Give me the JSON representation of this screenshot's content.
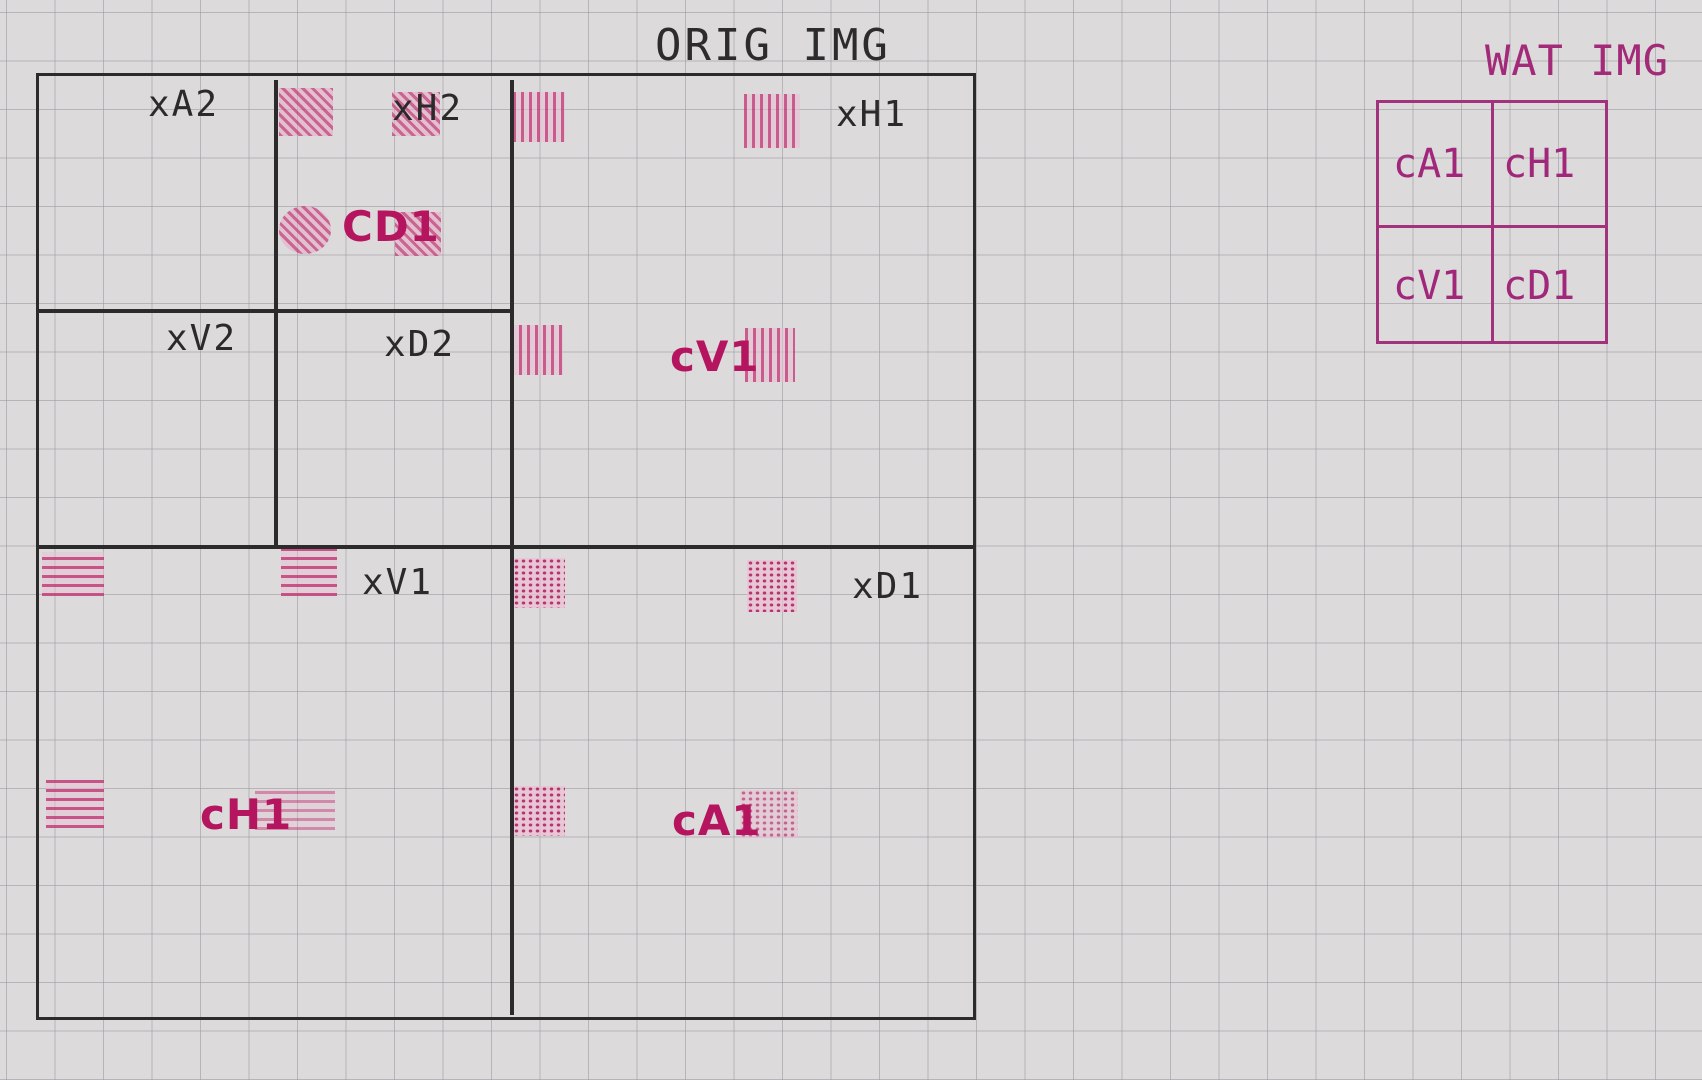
{
  "orig_title": "ORIG IMG",
  "wat_title": "WAT IMG",
  "orig_labels": {
    "xA2": "xA2",
    "xH2": "xH2",
    "xH1": "xH1",
    "cD1": "CD1",
    "xV2": "xV2",
    "xD2": "xD2",
    "cV1": "cV1",
    "xV1": "xV1",
    "xD1": "xD1",
    "cH1": "cH1",
    "cA1": "cA1"
  },
  "wat_cells": [
    "cA1",
    "cH1",
    "cV1",
    "cD1"
  ],
  "colors": {
    "ink_black": "#2b2b2b",
    "ink_pink": "#b5155f",
    "paper": "#dcdadb"
  }
}
